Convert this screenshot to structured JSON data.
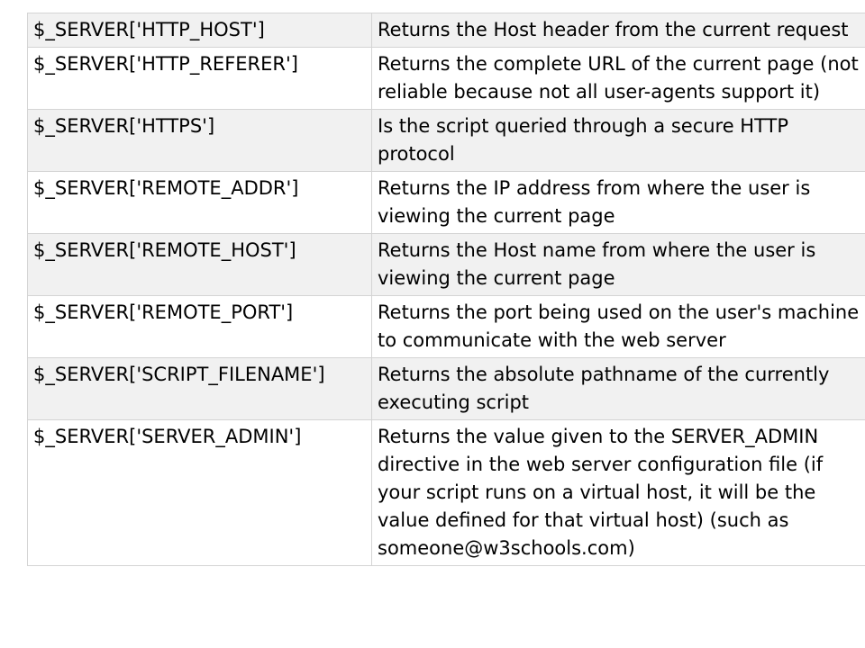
{
  "table": {
    "rows": [
      {
        "name": "$_SERVER['HTTP_HOST']",
        "description": "Returns the Host header from the current request"
      },
      {
        "name": "$_SERVER['HTTP_REFERER']",
        "description": "Returns the complete URL of the current page (not reliable because not all user-agents support it)"
      },
      {
        "name": "$_SERVER['HTTPS']",
        "description": "Is the script queried through a secure HTTP protocol"
      },
      {
        "name": "$_SERVER['REMOTE_ADDR']",
        "description": "Returns the IP address from where the user is viewing the current page"
      },
      {
        "name": "$_SERVER['REMOTE_HOST']",
        "description": "Returns the Host name from where the user is viewing the current page"
      },
      {
        "name": "$_SERVER['REMOTE_PORT']",
        "description": "Returns the port being used on the user's machine to communicate with the web server"
      },
      {
        "name": "$_SERVER['SCRIPT_FILENAME']",
        "description": "Returns the absolute pathname of the currently executing script"
      },
      {
        "name": "$_SERVER['SERVER_ADMIN']",
        "description": "Returns the value given to the SERVER_ADMIN directive in the web server configuration file (if your script runs on a virtual host, it will be the value defined for that virtual host) (such as someone@w3schools.com)"
      }
    ]
  }
}
